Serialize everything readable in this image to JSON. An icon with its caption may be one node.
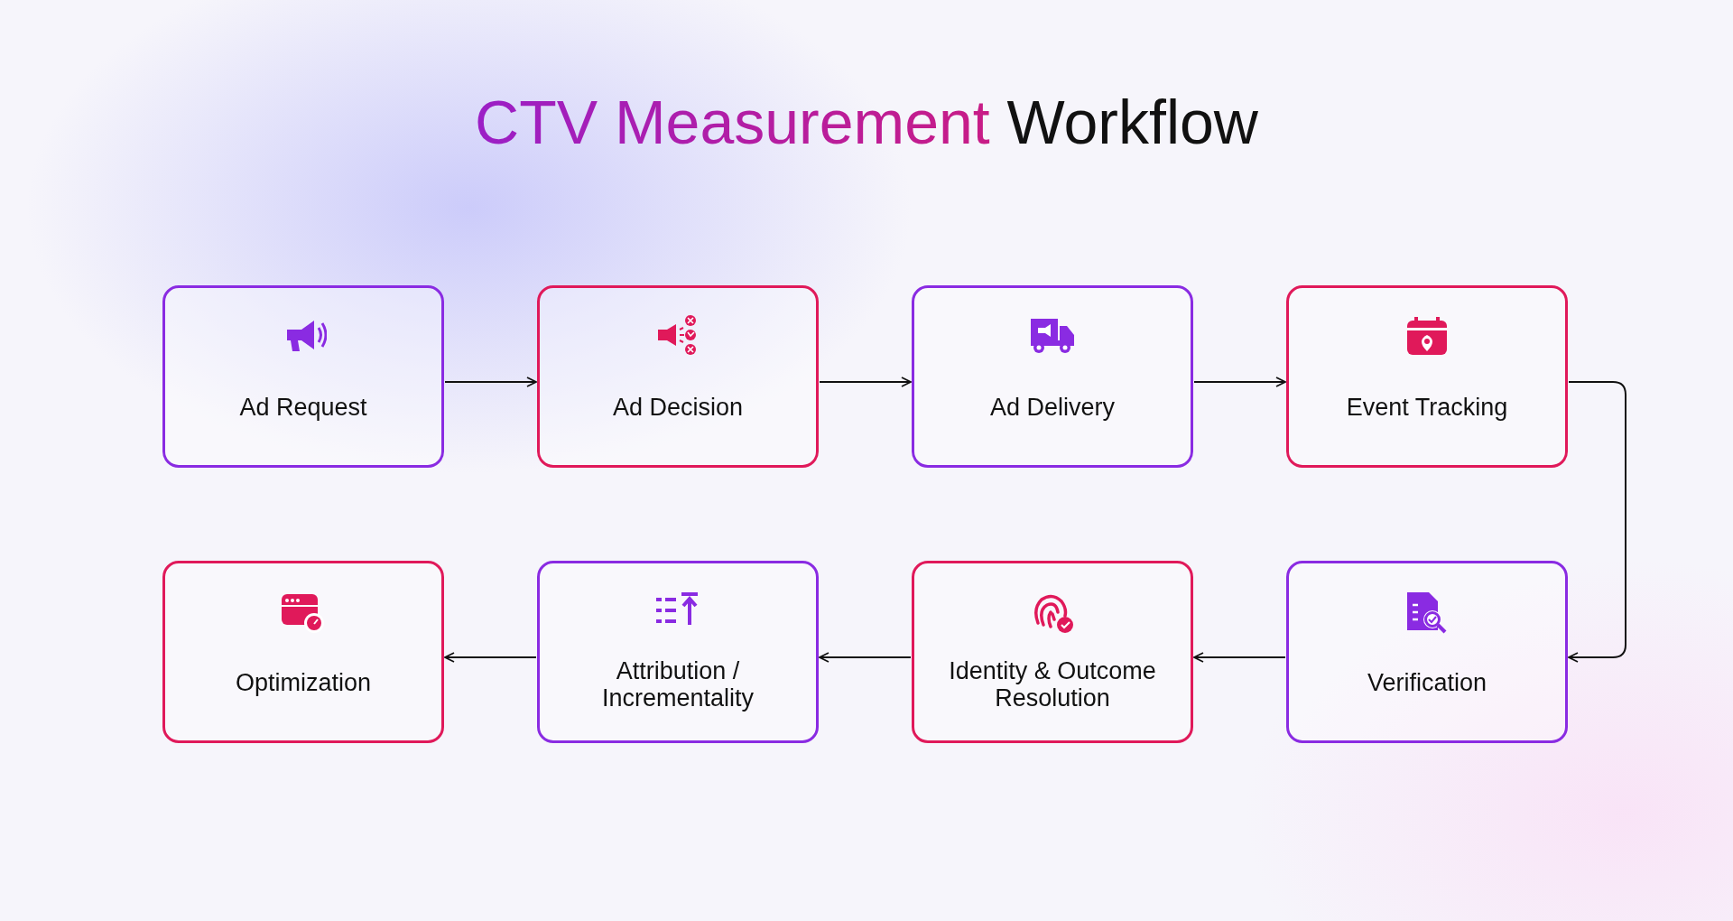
{
  "diagram": {
    "title": "CTV Measurement Workflow",
    "nodes": [
      {
        "text": [
          "Ad Request"
        ]
      },
      {
        "text": [
          "Ad Decision"
        ]
      },
      {
        "text": [
          "Ad Delivery"
        ]
      },
      {
        "text": [
          "Event Tracking"
        ]
      },
      {
        "text": [
          "Optimization"
        ]
      },
      {
        "text": [
          "Attribution / Incrementality"
        ]
      },
      {
        "text": [
          "Identity & Outcome Resolution"
        ]
      },
      {
        "text": [
          "Verification"
        ]
      }
    ],
    "edges": [
      {
        "from": 0,
        "to": 1,
        "arrow": "to"
      },
      {
        "from": 1,
        "to": 2,
        "arrow": "to"
      },
      {
        "from": 2,
        "to": 3,
        "arrow": "to"
      },
      {
        "from": 3,
        "to": 7,
        "arrow": "to"
      },
      {
        "from": 7,
        "to": 6,
        "arrow": "to"
      },
      {
        "from": 6,
        "to": 5,
        "arrow": "to"
      },
      {
        "from": 5,
        "to": 4,
        "arrow": "to"
      }
    ]
  }
}
